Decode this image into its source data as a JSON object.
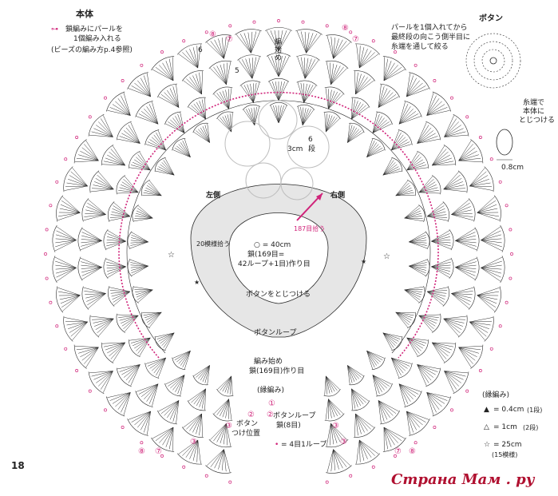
{
  "colors": {
    "ink": "#2a2a2a",
    "accent": "#d0247a",
    "fill": "#e6e6e6",
    "watermark": "#b01030"
  },
  "title_main": "本体",
  "pearl_note": {
    "symbol": "⊶",
    "line1": "鎖編みにパールを",
    "line2": "1個編み入れる",
    "line3": "(ビーズの編み方p.4参照)"
  },
  "button_section": {
    "title": "ボタン",
    "note1": "パールを1個入れてから",
    "note2": "最終段の向こう側半目に",
    "note3": "糸端を通して絞る",
    "attach1": "糸端で",
    "attach2": "本体に",
    "attach3": "とじつける",
    "width": "0.8cm"
  },
  "center_labels": {
    "start_top": "編",
    "start_top2": "始",
    "start_top3": "め",
    "width_3cm": "3cm",
    "rows_6": "6",
    "rows_unit": "段",
    "left_side": "左側",
    "right_side": "右側",
    "pickup_right": "187目拾う",
    "pickup_left": "20模様拾う",
    "circle_size": "○ = 40cm",
    "chain": "鎖(169目=",
    "loops": "42ループ+1目)作り目",
    "button_attach": "ボタンをとじつける",
    "button_loop": "ボタンループ"
  },
  "start_labels": {
    "start1": "編み始め",
    "start2": "鎖(169目)作り目",
    "edge": "(縁編み)",
    "button_loop1": "ボタンループ",
    "button_loop2": "鎖(8目)",
    "button_pos1": "ボタン",
    "button_pos2": "つけ位置",
    "rows_loop": "= 4目1ループ"
  },
  "row_numbers": {
    "r1": "①",
    "r2": "②",
    "r3": "③",
    "r7": "⑦",
    "r8": "⑧",
    "n5": "5",
    "n6": "6"
  },
  "legend": {
    "title": "(縁編み)",
    "row1_sym": "▲",
    "row1_val": "= 0.4cm",
    "row1_note": "(1段)",
    "row2_sym": "△",
    "row2_val": "= 1cm",
    "row2_note": "(2段)",
    "row3_sym": "☆",
    "row3_val": "= 25cm",
    "row3_note": "(15模様)"
  },
  "page_number": "18",
  "watermark": "Страна Мам . ру"
}
